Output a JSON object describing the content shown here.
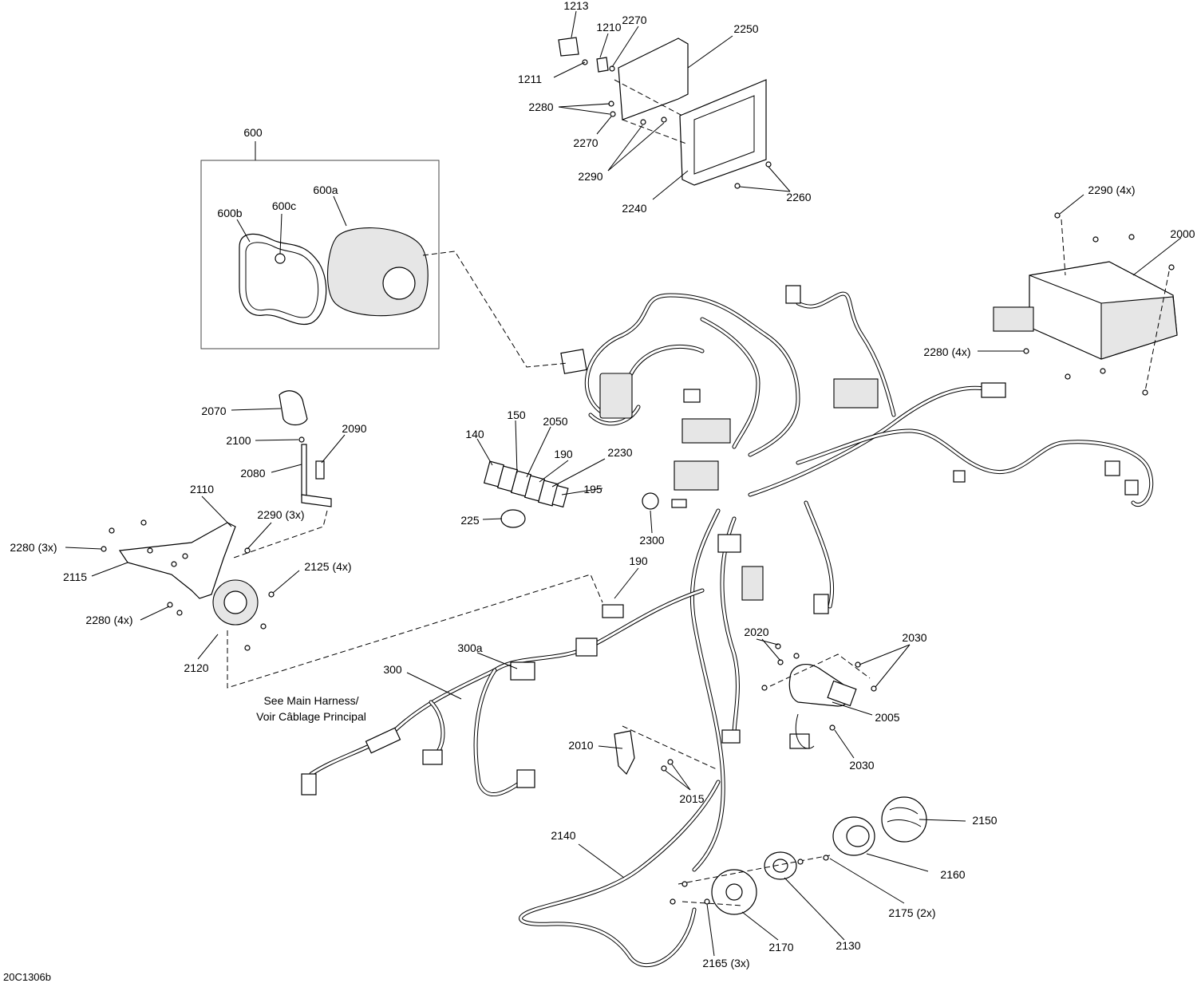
{
  "reference_code": "20C1306b",
  "note": {
    "line1": "See Main Harness/",
    "line2": "Voir Câblage Principal"
  },
  "callouts": {
    "c1213": "1213",
    "c1210": "1210",
    "c2270a": "2270",
    "c2250": "2250",
    "c1211": "1211",
    "c2280a": "2280",
    "c2270b": "2270",
    "c2290a": "2290",
    "c2240": "2240",
    "c2260": "2260",
    "c600": "600",
    "c600a": "600a",
    "c600b": "600b",
    "c600c": "600c",
    "c2290b": "2290 (4x)",
    "c2000": "2000",
    "c2280b": "2280 (4x)",
    "c2070": "2070",
    "c2090": "2090",
    "c2100": "2100",
    "c2080": "2080",
    "c140": "140",
    "c150": "150",
    "c2050": "2050",
    "c190a": "190",
    "c2230": "2230",
    "c195": "195",
    "c225": "225",
    "c2300": "2300",
    "c2110": "2110",
    "c2290c": "2290 (3x)",
    "c2280c": "2280 (3x)",
    "c2115": "2115",
    "c2125": "2125 (4x)",
    "c2280d": "2280 (4x)",
    "c2120": "2120",
    "c190b": "190",
    "c300a": "300a",
    "c300": "300",
    "c2020": "2020",
    "c2030a": "2030",
    "c2005": "2005",
    "c2030b": "2030",
    "c2010": "2010",
    "c2015": "2015",
    "c2150": "2150",
    "c2140": "2140",
    "c2160": "2160",
    "c2175": "2175 (2x)",
    "c2170": "2170",
    "c2130": "2130",
    "c2165": "2165 (3x)"
  }
}
